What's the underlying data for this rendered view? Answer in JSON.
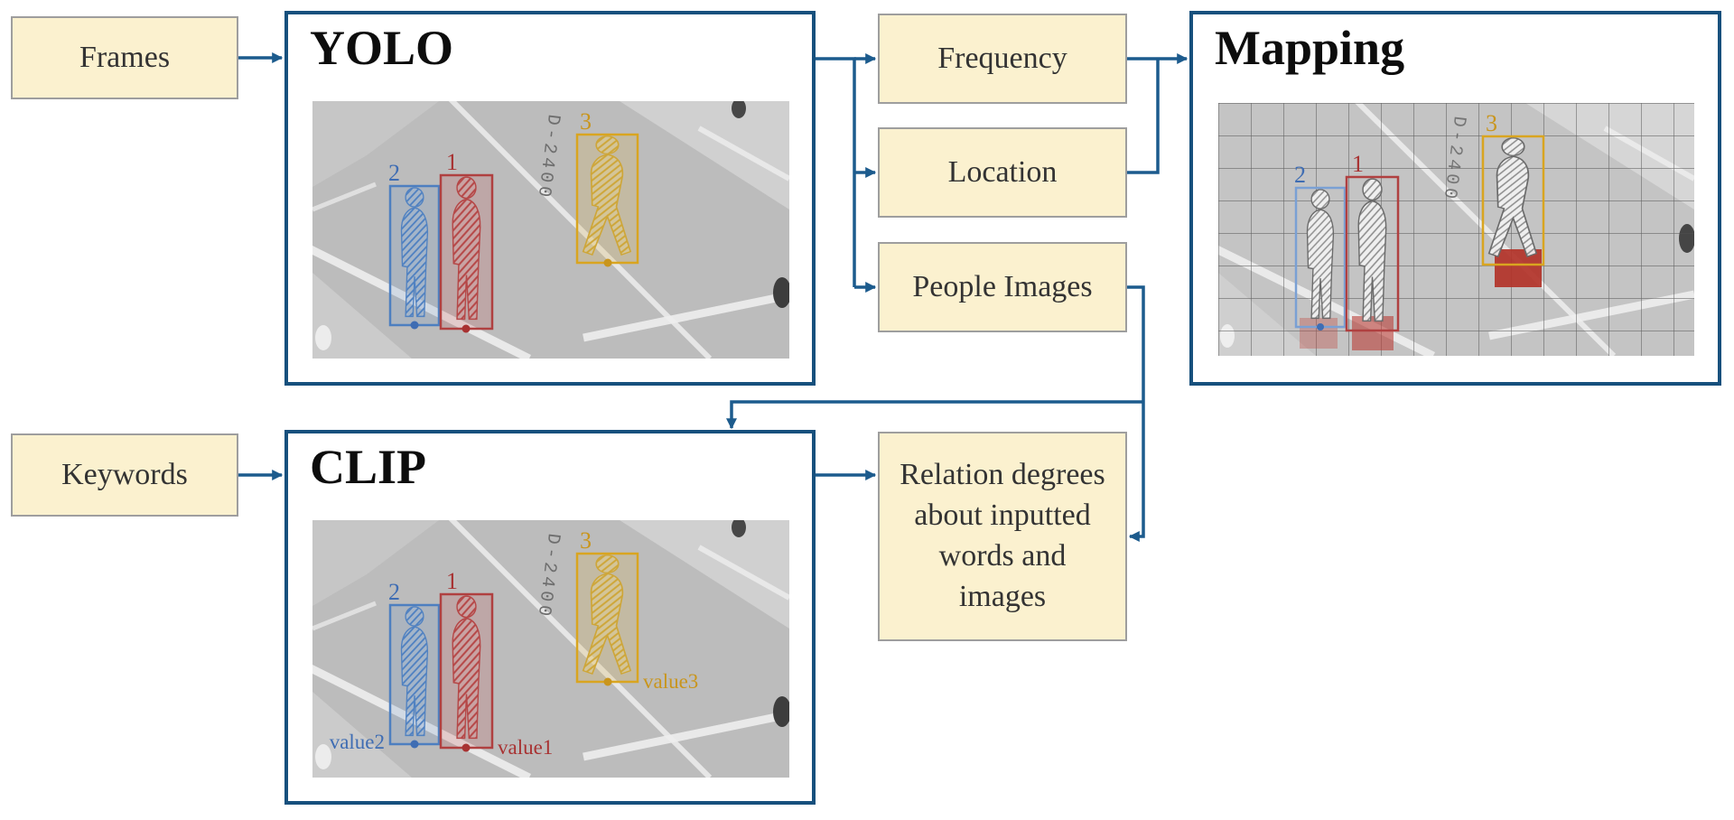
{
  "palette": {
    "node_fill": "#fbf1cf",
    "node_border": "#9e9e9e",
    "panel_border": "#17507d",
    "arrow": "#1c5b8d",
    "detection_red": "#b04040",
    "detection_blue": "#4d7fc0",
    "detection_yellow": "#d9a520",
    "footprint_red": "#b23228"
  },
  "nodes": {
    "frames": {
      "label": "Frames"
    },
    "keywords": {
      "label": "Keywords"
    },
    "frequency": {
      "label": "Frequency"
    },
    "location": {
      "label": "Location"
    },
    "people_images": {
      "label": "People Images"
    },
    "relation": {
      "label": "Relation degrees about inputted words and images"
    }
  },
  "panels": {
    "yolo": {
      "title": "YOLO"
    },
    "mapping": {
      "title": "Mapping"
    },
    "clip": {
      "title": "CLIP"
    }
  },
  "scene": {
    "road_stencil": "D-2400",
    "detections": [
      {
        "id": "1",
        "color": "#b04040",
        "clip_value": "value1"
      },
      {
        "id": "2",
        "color": "#4d7fc0",
        "clip_value": "value2"
      },
      {
        "id": "3",
        "color": "#d9a520",
        "clip_value": "value3"
      }
    ]
  }
}
